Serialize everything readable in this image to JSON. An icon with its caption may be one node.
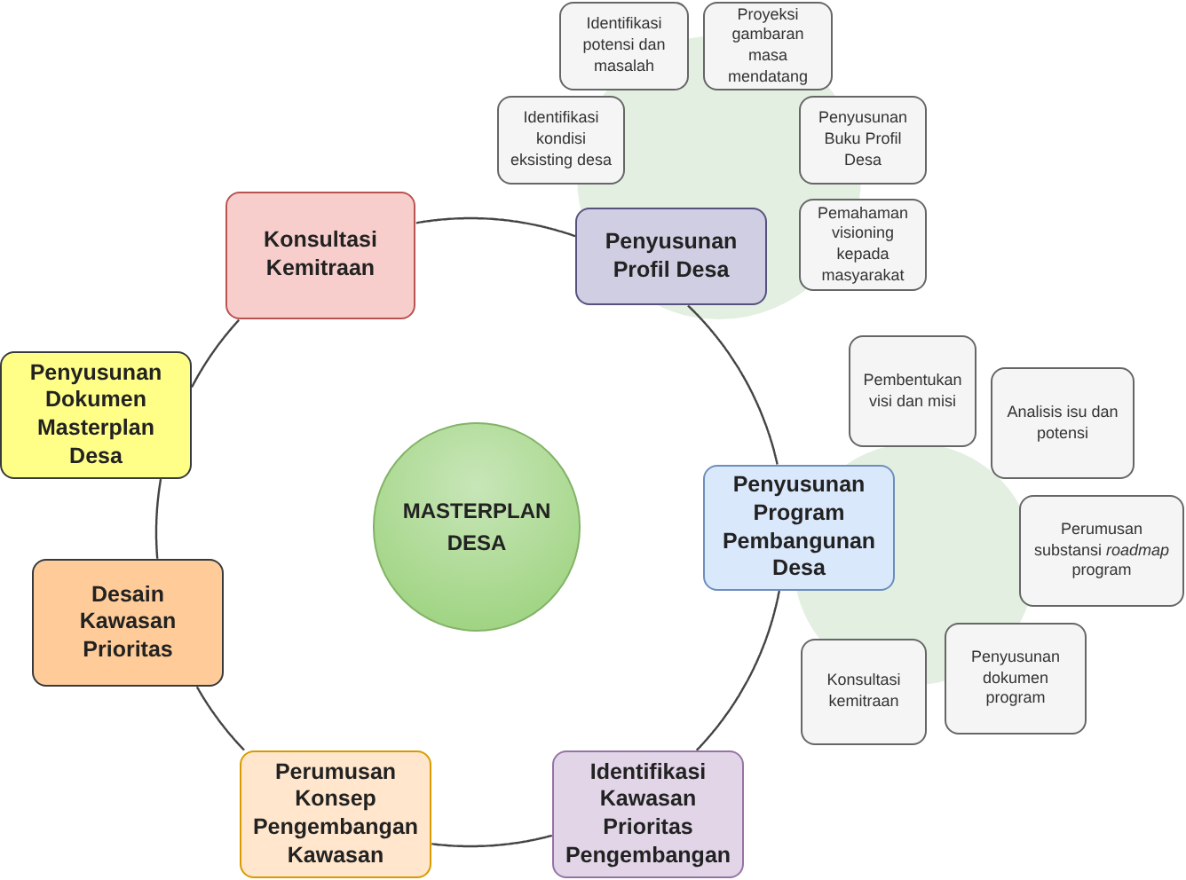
{
  "diagram": {
    "nodes": [
      {
        "text": [
          "MASTERPLAN DESA"
        ]
      },
      {
        "text": [
          "Konsultasi Kemitraan"
        ]
      },
      {
        "text": [
          "Penyusunan Profil Desa"
        ]
      },
      {
        "text": [
          "Penyusunan Program Pembangunan Desa"
        ]
      },
      {
        "text": [
          "Identifikasi Kawasan Prioritas Pengembangan"
        ]
      },
      {
        "text": [
          "Perumusan Konsep Pengembangan Kawasan"
        ]
      },
      {
        "text": [
          "Desain Kawasan Prioritas"
        ]
      },
      {
        "text": [
          "Penyusunan Dokumen Masterplan Desa"
        ]
      },
      {
        "text": [
          "Identifikasi potensi dan masalah"
        ]
      },
      {
        "text": [
          "Proyeksi gambaran masa mendatang"
        ]
      },
      {
        "text": [
          "Identifikasi kondisi eksisting desa"
        ]
      },
      {
        "text": [
          "Penyusunan Buku Profil Desa"
        ]
      },
      {
        "text": [
          "Pemahaman visioning kepada masyarakat"
        ]
      },
      {
        "text": [
          "Pembentukan visi dan misi"
        ]
      },
      {
        "text": [
          "Analisis isu dan potensi"
        ]
      },
      {
        "text": [
          "Perumusan substansi *roadmap* program"
        ]
      },
      {
        "text": [
          "Penyusunan dokumen program"
        ]
      },
      {
        "text": [
          "Konsultasi kemitraan"
        ]
      }
    ],
    "edges": [
      {
        "from": 1,
        "to": 2,
        "arrow": "none"
      },
      {
        "from": 2,
        "to": 3,
        "arrow": "none"
      },
      {
        "from": 3,
        "to": 4,
        "arrow": "none"
      },
      {
        "from": 4,
        "to": 5,
        "arrow": "none"
      },
      {
        "from": 5,
        "to": 6,
        "arrow": "none"
      },
      {
        "from": 6,
        "to": 7,
        "arrow": "none"
      },
      {
        "from": 7,
        "to": 1,
        "arrow": "none"
      }
    ]
  }
}
